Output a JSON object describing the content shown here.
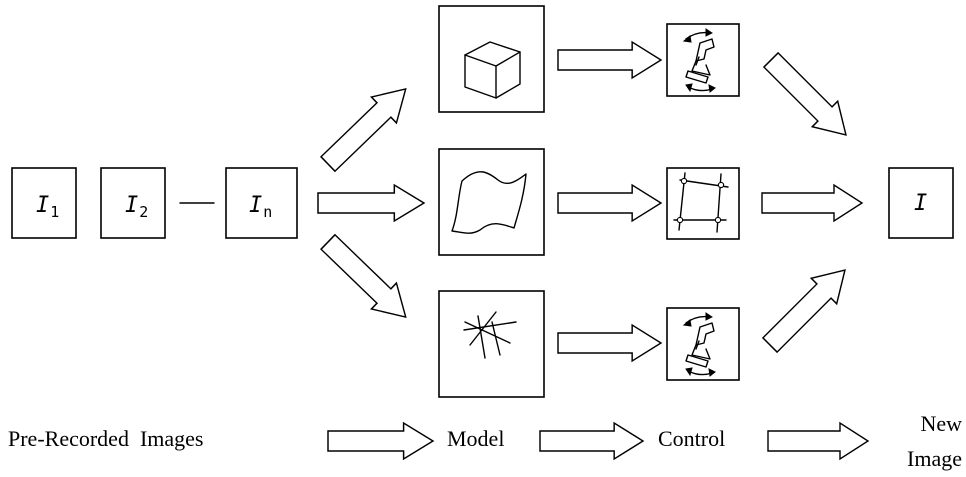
{
  "input_images": [
    {
      "symbol": "I",
      "subscript": "1"
    },
    {
      "symbol": "I",
      "subscript": "2"
    },
    {
      "symbol": "I",
      "subscript": "n"
    }
  ],
  "output_image": {
    "symbol": "I"
  },
  "pipeline": {
    "stage1": "Pre-Recorded  Images",
    "stage2": "Model",
    "stage3": "Control",
    "stage4_line1": "New",
    "stage4_line2": "Image"
  },
  "icons": {
    "models": [
      "cube-model-icon",
      "surface-model-icon",
      "lines-model-icon"
    ],
    "controls": [
      "robot-arm-icon",
      "quadrilateral-control-icon",
      "robot-arm-icon"
    ]
  }
}
